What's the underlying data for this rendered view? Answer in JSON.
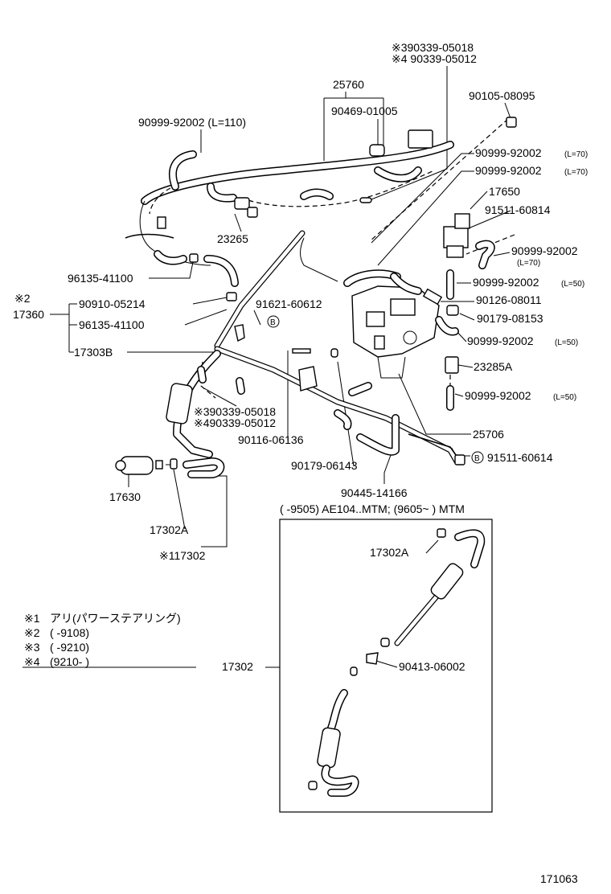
{
  "diagram_code": "171063",
  "labels": {
    "p90339_05018_top": "※390339-05018",
    "p90339_05012_top": "※4 90339-05012",
    "p25760": "25760",
    "p90469_01005": "90469-01005",
    "p90105_08095": "90105-08095",
    "p90999_92002_l110": "90999-92002 (L=110)",
    "p90999_92002_l70_a": "90999-92002",
    "p90999_92002_l70_b": "90999-92002",
    "l70_a": "(L=70)",
    "l70_b": "(L=70)",
    "p17650": "17650",
    "p91511_60814": "91511-60814",
    "p90999_92002_r": "90999-92002",
    "l70_c": "(L=70)",
    "p23265": "23265",
    "p96135_41100_a": "96135-41100",
    "mark2": "※2",
    "p17360": "17360",
    "p90910_05214": "90910-05214",
    "p96135_41100_b": "96135-41100",
    "p17303B": "17303B",
    "p91621_60612": "91621-60612",
    "mark_b1": "B",
    "p90999_92002_l50_a": "90999-92002",
    "l50_a": "(L=50)",
    "p90126_08011": "90126-08011",
    "p90179_08153": "90179-08153",
    "p90999_92002_l50_b": "90999-92002",
    "l50_b": "(L=50)",
    "p23285A": "23285A",
    "p90999_92002_l50_c": "90999-92002",
    "l50_c": "(L=50)",
    "p90339_05018_mid": "※390339-05018",
    "p90339_05012_mid": "※490339-05012",
    "p90116_06136": "90116-06136",
    "p25706": "25706",
    "mark_b2": "B",
    "p91511_60614": "91511-60614",
    "p90179_06143": "90179-06143",
    "p17630": "17630",
    "p90445_14166": "90445-14166",
    "p17302A": "17302A",
    "p17302_mark1": "※117302",
    "box_header": "(        -9505) AE104..MTM; (9605~           ) MTM",
    "box_17302A": "17302A",
    "box_90413_06002": "90413-06002",
    "p17302": "17302"
  },
  "notes": [
    {
      "mark": "※1",
      "text": "アリ(パワーステアリング)"
    },
    {
      "mark": "※2",
      "text": "(        -9108)"
    },
    {
      "mark": "※3",
      "text": "(        -9210)"
    },
    {
      "mark": "※4",
      "text": "(9210-           )"
    }
  ]
}
